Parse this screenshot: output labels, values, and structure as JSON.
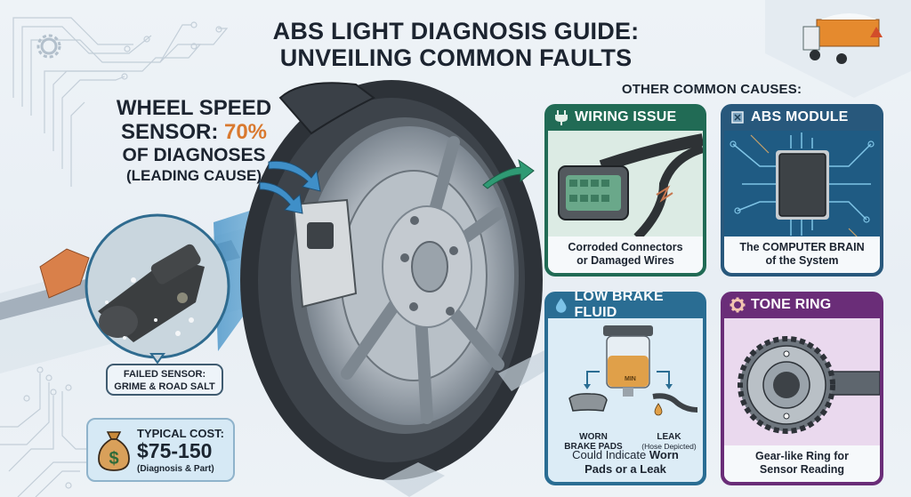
{
  "title": {
    "line1": "ABS LIGHT DIAGNOSIS GUIDE:",
    "line2": "UNVEILING COMMON FAULTS"
  },
  "leading_cause": {
    "line1": "WHEEL SPEED",
    "line2_prefix": "SENSOR: ",
    "percent": "70%",
    "line3": "OF DIAGNOSES",
    "line4": "(LEADING CAUSE)",
    "accent_color": "#d9792f"
  },
  "sensor_callout": {
    "line1": "FAILED SENSOR:",
    "line2": "GRIME & ROAD SALT"
  },
  "cost": {
    "label": "TYPICAL COST:",
    "value": "$75-150",
    "note": "(Diagnosis & Part)",
    "icon": "money-bag-icon"
  },
  "other_causes": {
    "heading": "OTHER COMMON CAUSES:",
    "cards": [
      {
        "id": "wiring",
        "title": "WIRING ISSUE",
        "icon": "plug-icon",
        "caption_line1": "Corroded Connectors",
        "caption_line2": "or Damaged Wires",
        "color": "#216b55"
      },
      {
        "id": "module",
        "title": "ABS MODULE",
        "icon": "chip-icon",
        "caption_line1": "The COMPUTER BRAIN",
        "caption_line2": "of the System",
        "color": "#28587c"
      },
      {
        "id": "fluid",
        "title": "LOW BRAKE FLUID",
        "icon": "droplet-icon",
        "reservoir_label": "MIN",
        "left_label_line1": "WORN",
        "left_label_line2": "BRAKE PADS",
        "right_label_line1": "LEAK",
        "right_label_line2": "(Hose Depicted)",
        "caption_prefix": "Could Indicate ",
        "caption_bold1": "Worn",
        "caption_bold2": "Pads or a Leak",
        "color": "#2a6d93"
      },
      {
        "id": "tone",
        "title": "TONE RING",
        "icon": "gear-icon",
        "caption_line1": "Gear-like Ring for",
        "caption_line2": "Sensor Reading",
        "color": "#6a2d78"
      }
    ]
  }
}
